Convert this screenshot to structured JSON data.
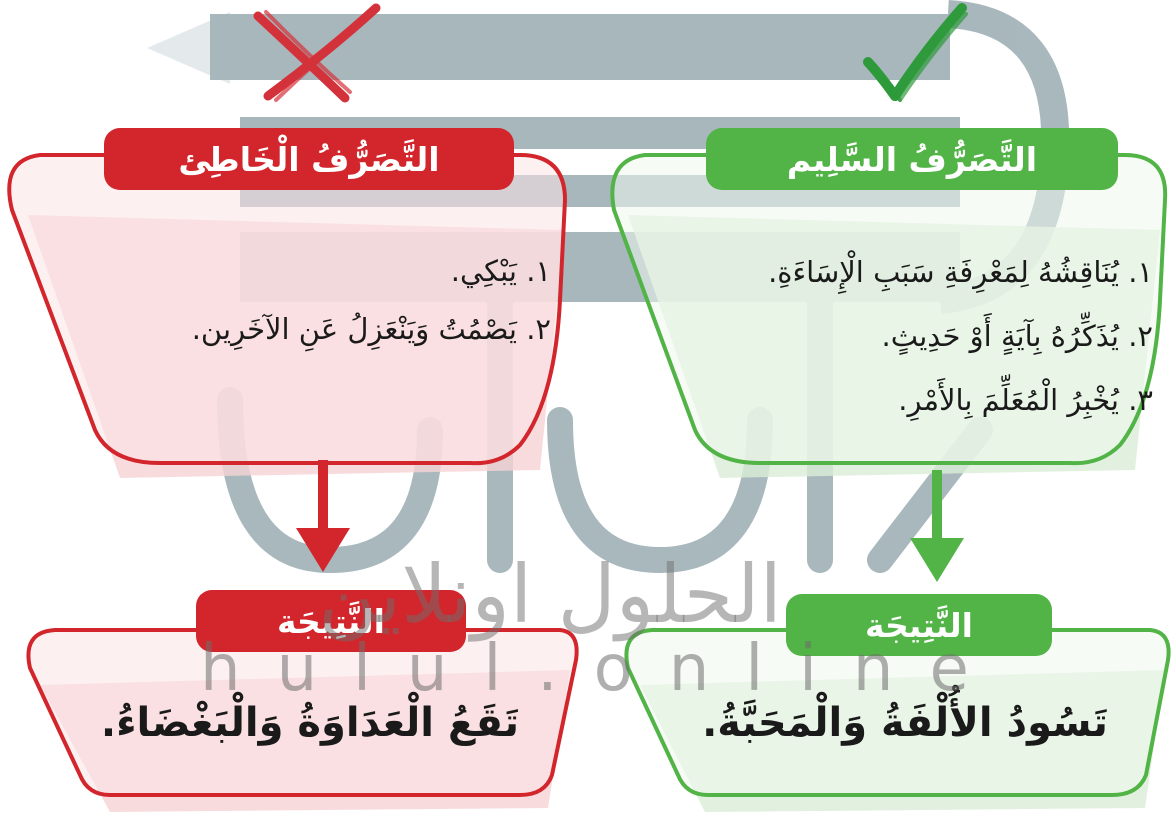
{
  "colors": {
    "wrong": "#d2262c",
    "right": "#52b447",
    "wrong_fill": "#f9e0e1",
    "right_fill": "#eaf5e7",
    "watermark": "#607d86"
  },
  "icons": {
    "wrong_mark": "red-cross-icon",
    "right_mark": "green-checkmark-icon",
    "arrow": "down-arrow-icon"
  },
  "wrong": {
    "title": "التَّصَرُّفُ الْخَاطِئ",
    "items": [
      "١. يَبْكِي.",
      "٢. يَصْمُتُ وَيَنْعَزِلُ عَنِ الآخَرِين."
    ],
    "result_title": "النَّتِيجَة",
    "result_text": "تَقَعُ الْعَدَاوَةُ وَالْبَغْضَاءُ."
  },
  "right": {
    "title": "التَّصَرُّفُ السَّلِيم",
    "items": [
      "١. يُنَاقِشُهُ لِمَعْرِفَةِ سَبَبِ الْإِسَاءَةِ.",
      "٢. يُذَكِّرُهُ بِآيَةٍ أَوْ حَدِيثٍ.",
      "٣. يُخْبِرُ الْمُعَلِّمَ بِالأَمْرِ."
    ],
    "result_title": "النَّتِيجَة",
    "result_text": "تَسُودُ الأُلْفَةُ وَالْمَحَبَّةُ."
  },
  "watermark": {
    "arabic": "الحلول اونلاين",
    "site": "hulul.online"
  }
}
